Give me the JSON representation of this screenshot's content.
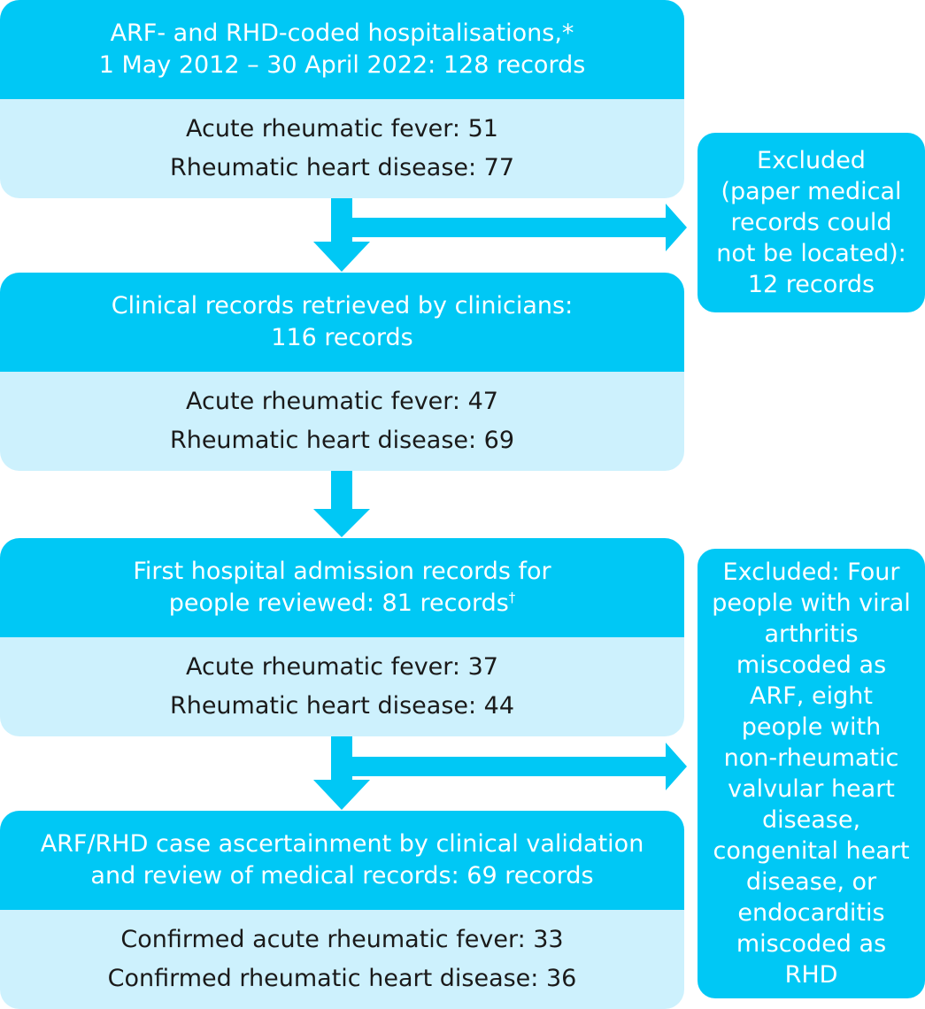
{
  "box1": {
    "header": [
      "ARF- and RHD-coded hospitalisations,*",
      "1 May 2012 – 30 April 2022: 128 records"
    ],
    "lines": [
      "Acute rheumatic fever: 51",
      "Rheumatic heart disease: 77"
    ]
  },
  "exclusion1": [
    "Excluded",
    "(paper medical",
    "records could",
    "not be located):",
    "12 records"
  ],
  "box2": {
    "header": [
      "Clinical records retrieved by clinicians:",
      "116 records"
    ],
    "lines": [
      "Acute rheumatic fever: 47",
      "Rheumatic heart disease: 69"
    ]
  },
  "box3": {
    "header": [
      "First hospital admission records for",
      "people reviewed: 81 records"
    ],
    "header_mark": "†",
    "lines": [
      "Acute rheumatic fever: 37",
      "Rheumatic heart disease: 44"
    ]
  },
  "exclusion2": [
    "Excluded: Four",
    "people with viral",
    "arthritis",
    "miscoded as",
    "ARF, eight",
    "people with",
    "non-rheumatic",
    "valvular heart",
    "disease,",
    "congenital heart",
    "disease, or",
    "endocarditis",
    "miscoded as",
    "RHD"
  ],
  "box4": {
    "header": [
      "ARF/RHD case ascertainment by clinical validation",
      "and review of medical records: 69 records"
    ],
    "lines": [
      "Confirmed acute rheumatic fever: 33",
      "Confirmed rheumatic heart disease: 36"
    ]
  },
  "colors": {
    "primary": "#00c8f5",
    "light": "#cdf1fd",
    "text": "#1a1a1a",
    "arrow": "#00c8f5"
  }
}
